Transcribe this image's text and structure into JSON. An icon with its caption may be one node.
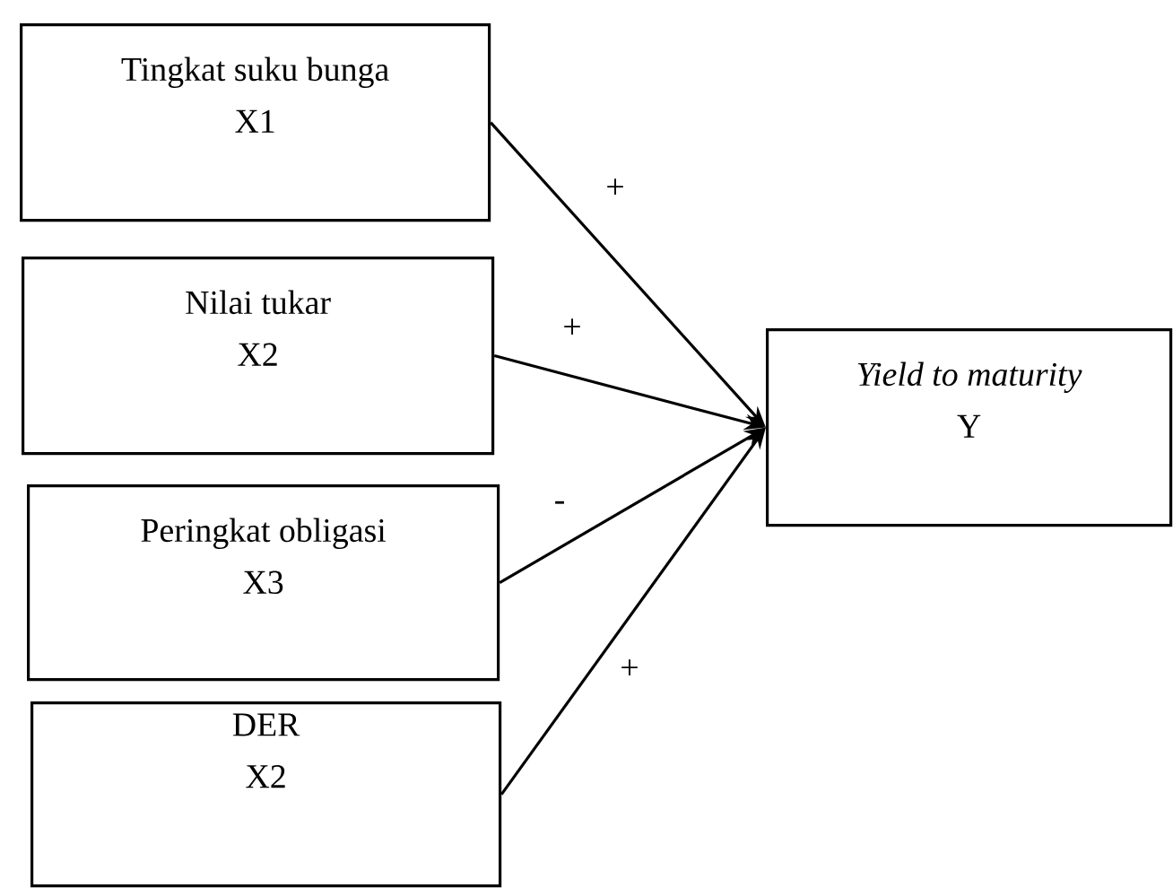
{
  "diagram": {
    "nodes": [
      {
        "text": [
          "Tingkat suku bunga",
          "X1"
        ]
      },
      {
        "text": [
          "Nilai tukar",
          "X2"
        ]
      },
      {
        "text": [
          "Peringkat obligasi",
          "X3"
        ]
      },
      {
        "text": [
          "DER",
          "X2"
        ]
      },
      {
        "text": [
          "Yield to maturity",
          "Y"
        ]
      }
    ],
    "edges": [
      {
        "from": 0,
        "to": 4,
        "arrow": "to",
        "label": "+"
      },
      {
        "from": 1,
        "to": 4,
        "arrow": "to",
        "label": "+"
      },
      {
        "from": 2,
        "to": 4,
        "arrow": "to",
        "label": "-"
      },
      {
        "from": 3,
        "to": 4,
        "arrow": "to",
        "label": "+"
      }
    ]
  }
}
